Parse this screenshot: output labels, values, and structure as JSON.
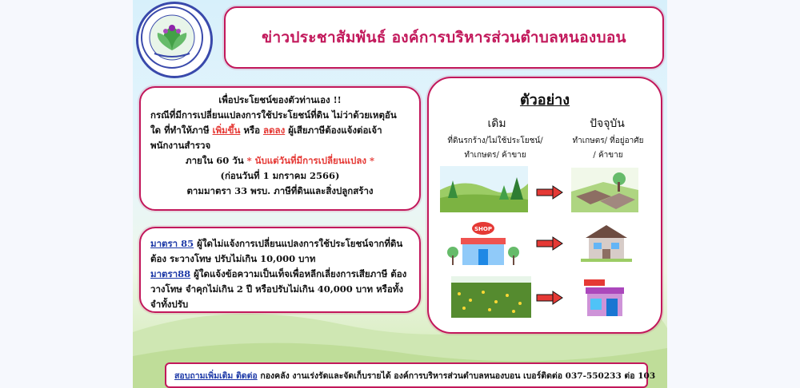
{
  "header": {
    "title": "ข่าวประชาสัมพันธ์ องค์การบริหารส่วนตำบลหนองบอน"
  },
  "notice": {
    "heading": "เพื่อประโยชน์ของตัวท่านเอง !!",
    "body_part1": "กรณีที่มีการเปลี่ยนแปลงการใช้ประโยชน์ที่ดิน ไม่ว่าด้วยเหตุอัน ใด ที่ทำให้ภาษี ",
    "increase": "เพิ่มขึ้น",
    "or": " หรือ ",
    "decrease": "ลดลง",
    "body_part2": " ผู้เสียภาษีต้องแจ้งต่อเจ้า พนักงานสำรวจ",
    "deadline_prefix": "ภายใน 60 วัน ",
    "deadline_note": "* นับแต่วันที่มีการเปลี่ยนแปลง *",
    "date_note": "(ก่อนวันที่ 1 มกราคม 2566)",
    "law_ref": "ตามมาตรา 33  พรบ. ภาษีที่ดินและสิ่งปลูกสร้าง"
  },
  "penalties": {
    "s85_label": "มาตรา 85",
    "s85_text": " ผู้ใดไม่แจ้งการเปลี่ยนแปลงการใช้ประโยชน์จากที่ดิน ต้อง ระวางโทษ ปรับไม่เกิน 10,000 บาท",
    "s88_label": "มาตรา88",
    "s88_text": " ผู้ใดแจ้งข้อความเป็นเท็จเพื่อหลีกเลี่ยงการเสียภาษี ต้องวางโทษ จำคุกไม่เกิน 2 ปี หรือปรับไม่เกิน 40,000 บาท หรือทั้งจำทั้งปรับ"
  },
  "example": {
    "title": "ตัวอย่าง",
    "before_heading": "เดิม",
    "before_desc_1": "ที่ดินรกร้าง/ไม่ใช้ประโยชน์/",
    "before_desc_2": "ทำเกษตร/ ค้าขาย",
    "after_heading": "ปัจจุบัน",
    "after_desc_1": "ทำเกษตร/ ที่อยู่อาศัย",
    "after_desc_2": "/ ค้าขาย",
    "shop_sign": "SHOP"
  },
  "footer": {
    "label": "สอบถามเพิ่มเติม ติดต่อ",
    "text": "  กองคลัง งานเร่งรัดและจัดเก็บรายได้  องค์การบริหารส่วนตำบลหนองบอน เบอร์ติดต่อ 037-550233 ต่อ 103"
  },
  "colors": {
    "accent": "#c2185b",
    "highlight_red": "#e53935",
    "link_blue": "#1e3aa8",
    "arrow_red": "#e53935"
  }
}
